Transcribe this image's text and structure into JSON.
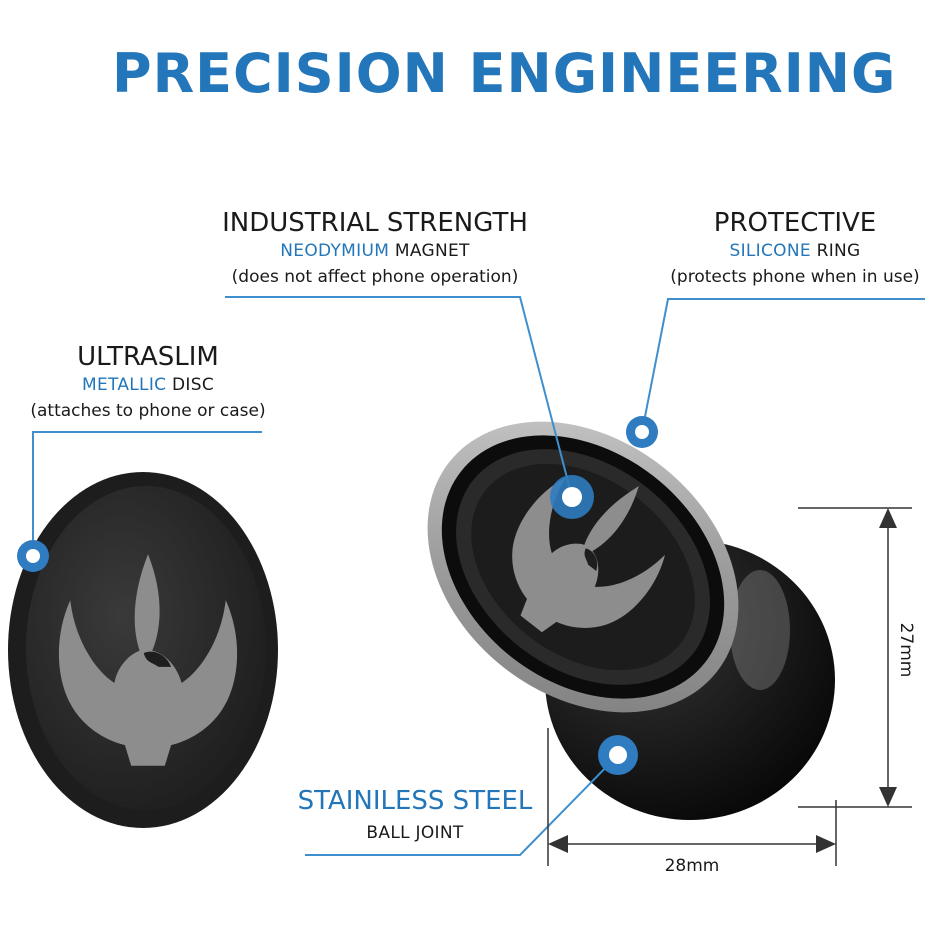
{
  "title": "PRECISION ENGINEERING",
  "colors": {
    "accent": "#2276b9",
    "callout_line": "#3f8fce",
    "text": "#1a1a1a"
  },
  "callouts": {
    "magnet": {
      "heading": "INDUSTRIAL STRENGTH",
      "highlight": "NEODYMIUM",
      "rest": " MAGNET",
      "note": "(does not affect phone operation)"
    },
    "ring": {
      "heading": "PROTECTIVE",
      "highlight": "SILICONE",
      "rest": " RING",
      "note": "(protects phone when in use)"
    },
    "disc": {
      "heading": "ULTRASLIM",
      "highlight": "METALLIC",
      "rest": " DISC",
      "note": "(attaches to phone or case)"
    },
    "joint": {
      "heading": "STAINILESS STEEL",
      "sub": "BALL JOINT"
    }
  },
  "dimensions": {
    "height": "27mm",
    "width": "28mm"
  },
  "icons": [
    "phoenix-emblem-icon",
    "callout-dot-icon"
  ]
}
